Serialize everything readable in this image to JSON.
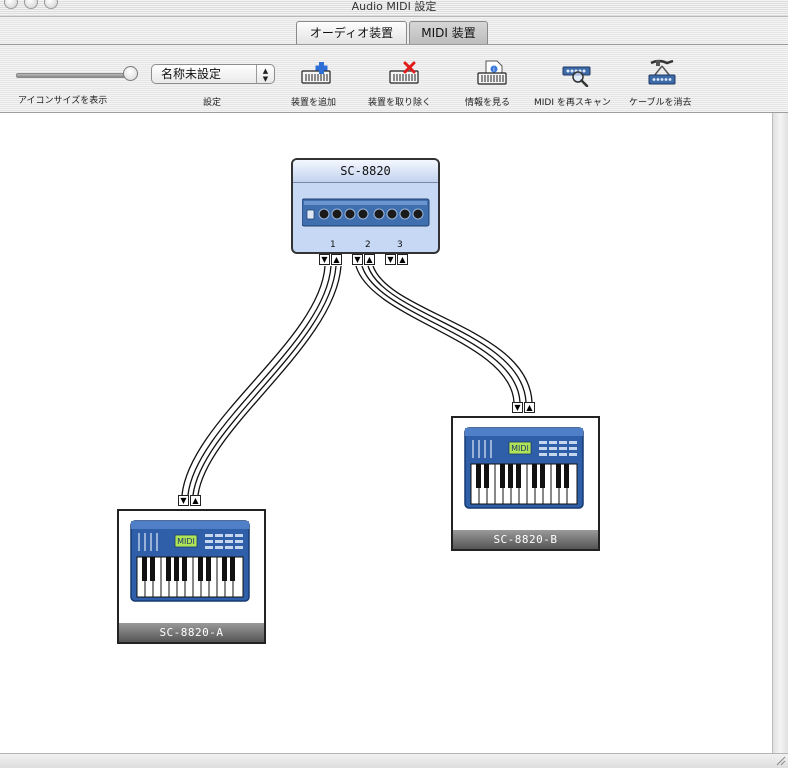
{
  "window": {
    "title": "Audio MIDI 設定"
  },
  "tabs": [
    {
      "label": "オーディオ装置",
      "selected": false
    },
    {
      "label": "MIDI 装置",
      "selected": true
    }
  ],
  "toolbar": {
    "icon_size_label": "アイコンサイズを表示",
    "config_value": "名称未設定",
    "config_label": "設定",
    "add_device_label": "装置を追加",
    "remove_device_label": "装置を取り除く",
    "show_info_label": "情報を見る",
    "rescan_label": "MIDI を再スキャン",
    "clear_cables_label": "ケーブルを消去"
  },
  "devices": {
    "interface": {
      "name": "SC-8820",
      "ports": [
        "1",
        "2",
        "3"
      ]
    },
    "keyboard_a": {
      "name": "SC-8820-A"
    },
    "keyboard_b": {
      "name": "SC-8820-B"
    }
  },
  "colors": {
    "interface_bg": "#c7d8f5",
    "device_blue": "#2f5fa8",
    "label_bar": "#6a6a6a"
  }
}
